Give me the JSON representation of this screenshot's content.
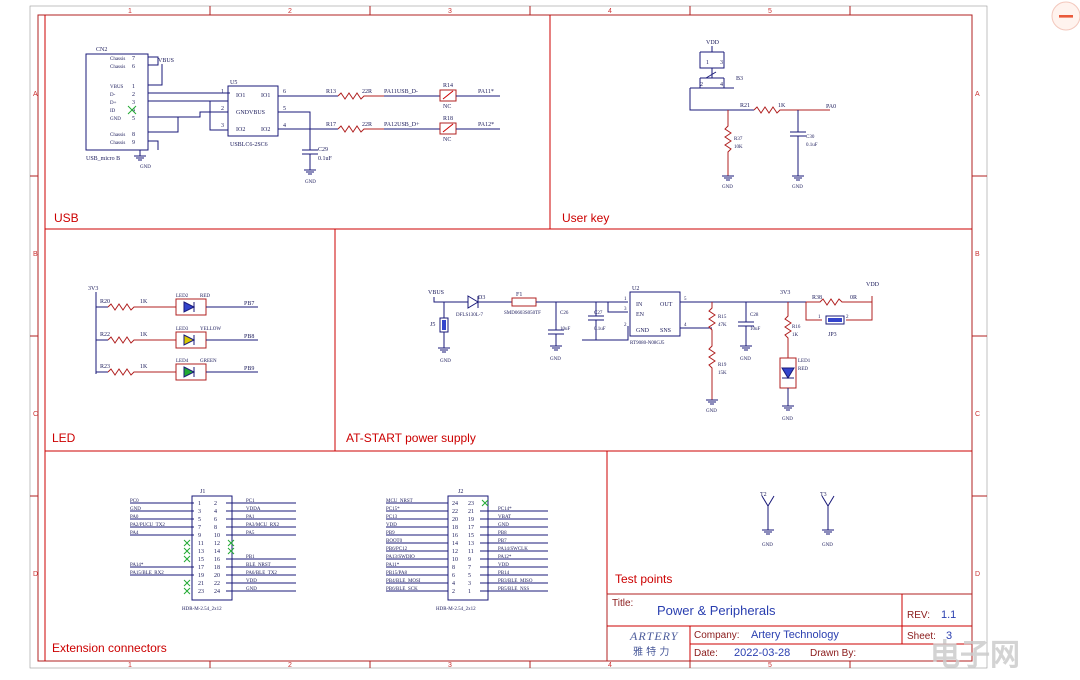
{
  "frame": {
    "columns": [
      "1",
      "2",
      "3",
      "4",
      "5"
    ],
    "rows": [
      "A",
      "B",
      "C",
      "D"
    ]
  },
  "sections": {
    "usb": "USB",
    "user_key": "User key",
    "led": "LED",
    "power": "AT-START power supply",
    "ext": "Extension connectors",
    "test": "Test points"
  },
  "title_block": {
    "title_label": "Title:",
    "title": "Power & Peripherals",
    "rev_label": "REV:",
    "rev": "1.1",
    "company_label": "Company:",
    "company": "Artery Technology",
    "sheet_label": "Sheet:",
    "sheet": "3",
    "date_label": "Date:",
    "date": "2022-03-28",
    "drawn_label": "Drawn By:",
    "logo": "ARTERY 雅特力"
  },
  "watermark": "电子网",
  "usb": {
    "connector": "CN2",
    "connector_part": "USB_micro B",
    "pins": [
      "7",
      "6",
      "1",
      "2",
      "3",
      "4",
      "5",
      "8",
      "9"
    ],
    "pin_names": [
      "Chassis",
      "Chassis",
      "VBUS",
      "D-",
      "D+",
      "ID",
      "GND",
      "Chassis",
      "Chassis"
    ],
    "vbus": "VBUS",
    "u5": "U5",
    "u5_part": "USBLC6-2SC6",
    "u5_pins": {
      "io1_l": "IO1",
      "io1_r": "IO1",
      "gnd_vbus": "GNDVBUS",
      "io2_l": "IO2",
      "io2_r": "IO2"
    },
    "u5_nums": [
      "1",
      "2",
      "3",
      "6",
      "5",
      "4"
    ],
    "r13": "R13",
    "r13v": "22R",
    "r17": "R17",
    "r17v": "22R",
    "net1": "PA11USB_D-",
    "net2": "PA12USB_D+",
    "r14": "R14",
    "r14v": "NC",
    "r18": "R18",
    "r18v": "NC",
    "pa11": "PA11*",
    "pa12": "PA12*",
    "c29": "C29",
    "c29v": "0.1uF",
    "gnd": "GND"
  },
  "user_key": {
    "vdd": "VDD",
    "b3": "B3",
    "pins": [
      "1",
      "3",
      "2",
      "4"
    ],
    "r21": "R21",
    "r21v": "1K",
    "net": "PA0",
    "r37": "R37",
    "r37v": "10K",
    "c30": "C30",
    "c30v": "0.1uF",
    "gnd": "GND"
  },
  "led": {
    "rail": "3V3",
    "rows": [
      {
        "r": "R20",
        "rv": "1K",
        "led": "LED2",
        "color": "RED",
        "net": "PB7",
        "fill": "#3344cc"
      },
      {
        "r": "R22",
        "rv": "1K",
        "led": "LED3",
        "color": "YELLOW",
        "net": "PB8",
        "fill": "#d8c800"
      },
      {
        "r": "R23",
        "rv": "1K",
        "led": "LED4",
        "color": "GREEN",
        "net": "PB9",
        "fill": "#22aa33"
      }
    ]
  },
  "power": {
    "vbus": "VBUS",
    "j5": "J5",
    "d3": "D3",
    "d3_part": "DFLS130L-7",
    "f1": "F1",
    "f1_part": "SMD0603S050TF",
    "c26": "C26",
    "c26v": "10uF",
    "c27": "C27",
    "c27v": "0.1uF",
    "u2": "U2",
    "u2_part": "RT9080-N08GJ5",
    "u2_pins": {
      "in": "IN",
      "en": "EN",
      "gnd": "GND",
      "out": "OUT",
      "sns": "SNS"
    },
    "u2_nums": [
      "1",
      "3",
      "2",
      "5",
      "4"
    ],
    "r15": "R15",
    "r15v": "47K",
    "r19": "R19",
    "r19v": "15K",
    "c28": "C28",
    "c28v": "10uF",
    "rail": "3V3",
    "r16": "R16",
    "r16v": "1K",
    "led1": "LED1",
    "led1c": "RED",
    "r38": "R38",
    "r38v": "0R",
    "vdd": "VDD",
    "jp3": "JP3",
    "jp3_pins": [
      "1",
      "2"
    ],
    "gnd": "GND"
  },
  "j1": {
    "ref": "J1",
    "part": "HDR-M-2.54_2x12",
    "left_nums": [
      "1",
      "3",
      "5",
      "7",
      "9",
      "11",
      "13",
      "15",
      "17",
      "19",
      "21",
      "23"
    ],
    "right_nums": [
      "2",
      "4",
      "6",
      "8",
      "10",
      "12",
      "14",
      "16",
      "18",
      "20",
      "22",
      "24"
    ],
    "left_nets": [
      "PC0",
      "GND",
      "PA0",
      "PA2/PUCU_TX2",
      "PA4",
      "",
      "",
      "",
      "PA14*",
      "PA15/BLE_RX2",
      "",
      ""
    ],
    "right_nets": [
      "PC1",
      "VDDA",
      "PA1",
      "PA3/MCU_RX2",
      "PA5",
      "",
      "",
      "PB1",
      "BLE_NRST",
      "PA6/BLE_TX2",
      "VDD",
      "GND"
    ]
  },
  "j2": {
    "ref": "J2",
    "part": "HDR-M-2.54_2x12",
    "left_nums": [
      "24",
      "22",
      "20",
      "18",
      "16",
      "14",
      "12",
      "10",
      "8",
      "6",
      "4",
      "2"
    ],
    "right_nums": [
      "23",
      "21",
      "19",
      "17",
      "15",
      "13",
      "11",
      "9",
      "7",
      "5",
      "3",
      "1"
    ],
    "left_nets": [
      "MCU_NRST",
      "PC15*",
      "PC13",
      "VDD",
      "PB9",
      "BOOT0",
      "PB6/PC12",
      "PA13/SWDIO",
      "PA11*",
      "PB15/PA8",
      "PB4/BLE_MOSI",
      "PB6/BLE_SCK"
    ],
    "right_nets": [
      "",
      "PC14*",
      "VBAT",
      "GND",
      "PB8",
      "PB7",
      "PA14/SWCLK",
      "PA12*",
      "VDD",
      "PB14",
      "PB3/BLE_MISO",
      "PB5/BLE_NSS"
    ]
  },
  "testpoints": [
    {
      "ref": "T2",
      "gnd": "GND"
    },
    {
      "ref": "T3",
      "gnd": "GND"
    }
  ]
}
